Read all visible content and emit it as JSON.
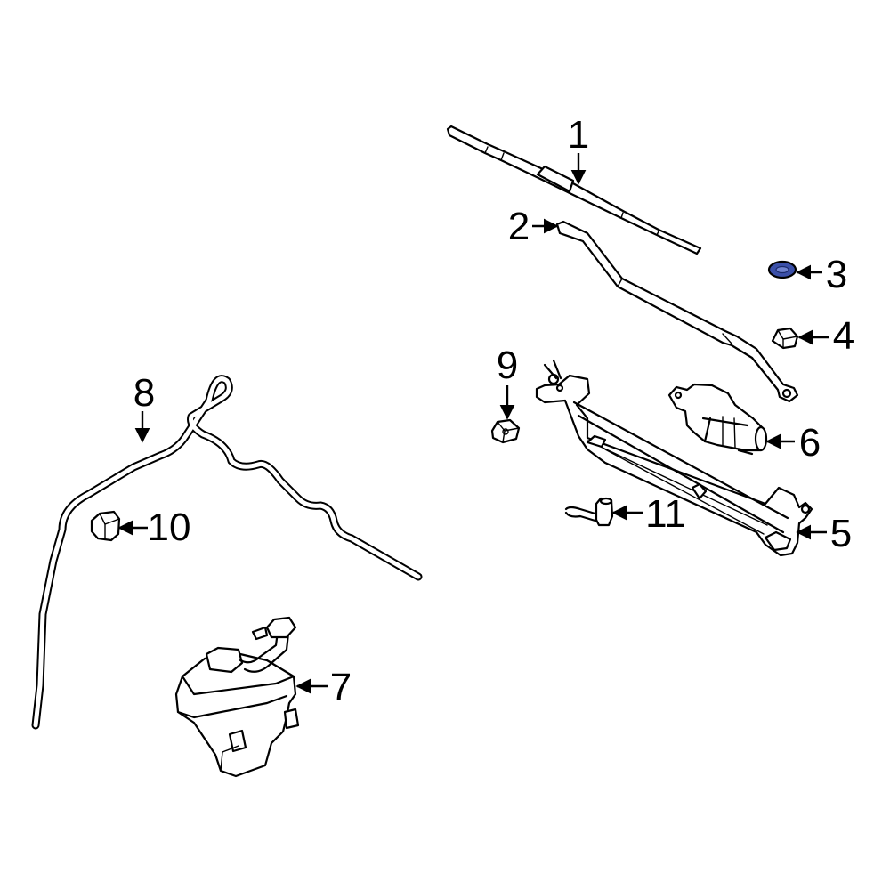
{
  "colors": {
    "background": "#ffffff",
    "ink": "#000000",
    "highlight": "#3a4fa8"
  },
  "callouts": [
    {
      "id": "1",
      "label": "1"
    },
    {
      "id": "2",
      "label": "2"
    },
    {
      "id": "3",
      "label": "3",
      "highlighted": true
    },
    {
      "id": "4",
      "label": "4"
    },
    {
      "id": "5",
      "label": "5"
    },
    {
      "id": "6",
      "label": "6"
    },
    {
      "id": "7",
      "label": "7"
    },
    {
      "id": "8",
      "label": "8"
    },
    {
      "id": "9",
      "label": "9"
    },
    {
      "id": "10",
      "label": "10"
    },
    {
      "id": "11",
      "label": "11"
    }
  ]
}
